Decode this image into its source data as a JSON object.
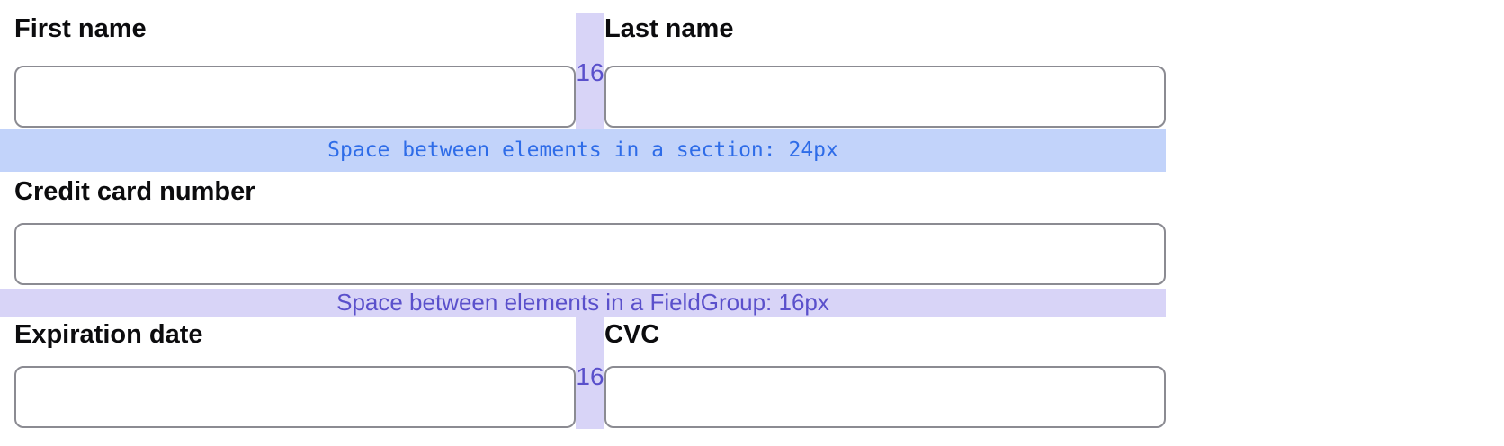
{
  "colors": {
    "gap-fill": "#d8d4f7",
    "gap-text": "#5a50cb",
    "section-band-fill": "#c2d3fa",
    "section-band-text": "#2e6ce8",
    "group-band-fill": "#d8d4f7",
    "group-band-text": "#5a50cb",
    "input-border": "#8b8b92",
    "label-text": "#0c0c0e"
  },
  "fields": {
    "first_name": {
      "label": "First name",
      "value": ""
    },
    "last_name": {
      "label": "Last name",
      "value": ""
    },
    "credit_card": {
      "label": "Credit card number",
      "value": ""
    },
    "expiration": {
      "label": "Expiration date",
      "value": ""
    },
    "cvc": {
      "label": "CVC",
      "value": ""
    }
  },
  "annotations": {
    "section_gap_caption": "Space between elements in a section: 24px",
    "group_gap_caption": "Space between elements in a FieldGroup: 16px",
    "column_gap_row1": "16",
    "column_gap_row3": "16"
  }
}
